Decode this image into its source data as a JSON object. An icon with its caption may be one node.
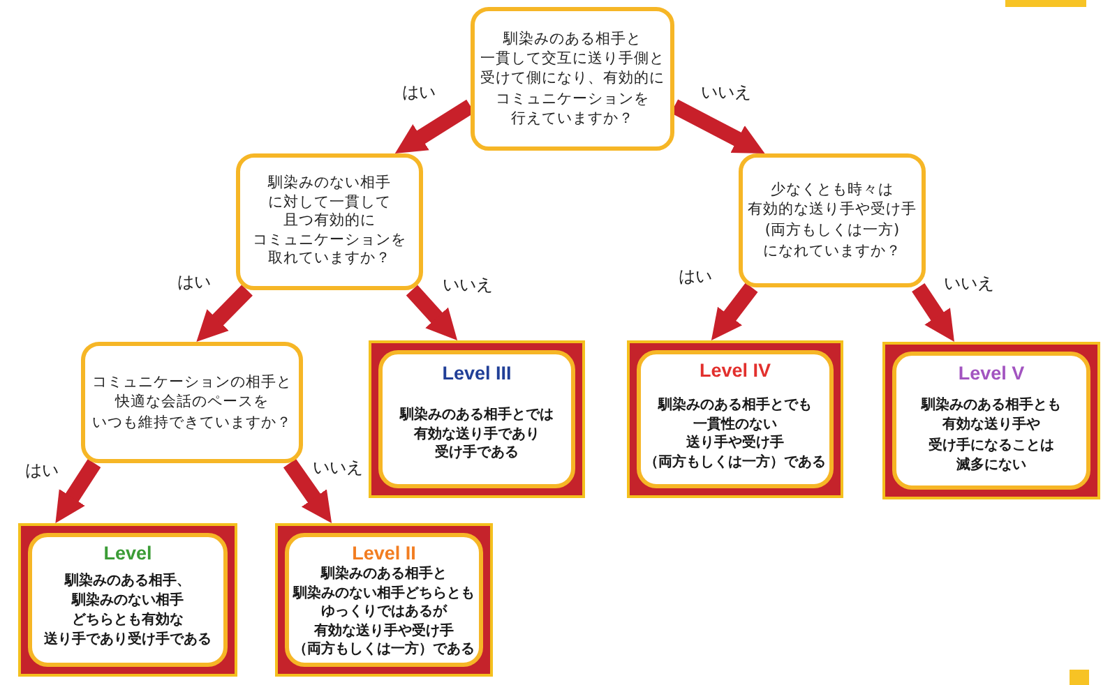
{
  "diagram": {
    "nodes": [
      {
        "text": [
          "馴染みのある相手と一貫して交互に送り手側と受けて側になり、有効的にコミュニケーションを行えていますか？"
        ]
      },
      {
        "text": [
          "馴染みのない相手に対して一貫して且つ有効的にコミュニケーションを取れていますか？"
        ]
      },
      {
        "text": [
          "少なくとも時々は有効的な送り手や受け手(両方もしくは一方)になれていますか？"
        ]
      },
      {
        "text": [
          "コミュニケーションの相手と快適な会話のペースをいつも維持できていますか？"
        ]
      },
      {
        "text": [
          "Level III",
          "馴染みのある相手とでは有効な送り手であり受け手である"
        ]
      },
      {
        "text": [
          "Level IV",
          "馴染みのある相手とでも一貫性のない送り手や受け手（両方もしくは一方）である"
        ]
      },
      {
        "text": [
          "Level V",
          "馴染みのある相手とも有効な送り手や受け手になることは滅多にない"
        ]
      },
      {
        "text": [
          "Level",
          "馴染みのある相手、馴染みのない相手どちらとも有効な送り手であり受け手である"
        ]
      },
      {
        "text": [
          "Level II",
          "馴染みのある相手と馴染みのない相手どちらともゆっくりではあるが有効な送り手や受け手（両方もしくは一方）である"
        ]
      }
    ],
    "edges": [
      {
        "from": 0,
        "to": 1,
        "arrow": "to",
        "label": "はい"
      },
      {
        "from": 0,
        "to": 2,
        "arrow": "to",
        "label": "いいえ"
      },
      {
        "from": 1,
        "to": 3,
        "arrow": "to",
        "label": "はい"
      },
      {
        "from": 1,
        "to": 4,
        "arrow": "to",
        "label": "いいえ"
      },
      {
        "from": 2,
        "to": 5,
        "arrow": "to",
        "label": "はい"
      },
      {
        "from": 2,
        "to": 6,
        "arrow": "to",
        "label": "いいえ"
      },
      {
        "from": 3,
        "to": 7,
        "arrow": "to",
        "label": "はい"
      },
      {
        "from": 3,
        "to": 8,
        "arrow": "to",
        "label": "いいえ"
      }
    ]
  }
}
